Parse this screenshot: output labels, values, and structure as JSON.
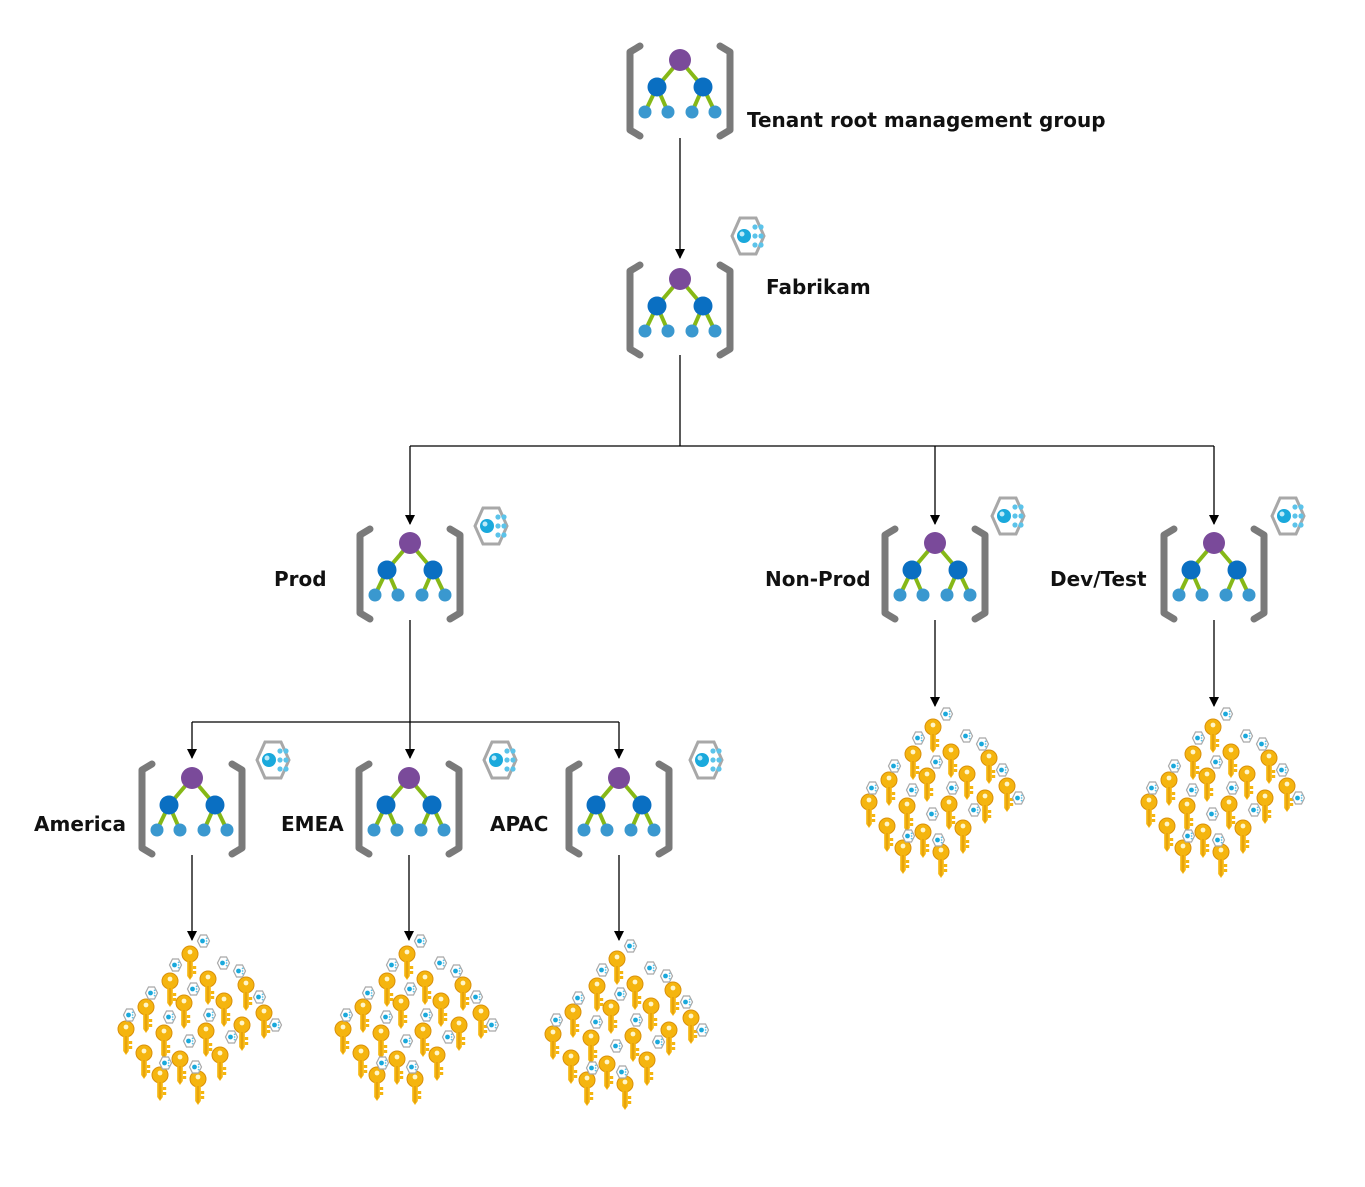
{
  "diagram": {
    "nodes": {
      "root": {
        "label": "Tenant root management group"
      },
      "fabrikam": {
        "label": "Fabrikam"
      },
      "prod": {
        "label": "Prod"
      },
      "nonprod": {
        "label": "Non-Prod"
      },
      "devtest": {
        "label": "Dev/Test"
      },
      "america": {
        "label": "America"
      },
      "emea": {
        "label": "EMEA"
      },
      "apac": {
        "label": "APAC"
      }
    },
    "edges": [
      {
        "from": "root",
        "to": "fabrikam"
      },
      {
        "from": "fabrikam",
        "to": "prod"
      },
      {
        "from": "fabrikam",
        "to": "nonprod"
      },
      {
        "from": "fabrikam",
        "to": "devtest"
      },
      {
        "from": "prod",
        "to": "america"
      },
      {
        "from": "prod",
        "to": "emea"
      },
      {
        "from": "prod",
        "to": "apac"
      },
      {
        "from": "nonprod",
        "to": "keyvault-cluster"
      },
      {
        "from": "devtest",
        "to": "keyvault-cluster"
      },
      {
        "from": "america",
        "to": "keyvault-cluster"
      },
      {
        "from": "emea",
        "to": "keyvault-cluster"
      },
      {
        "from": "apac",
        "to": "keyvault-cluster"
      }
    ],
    "icons": {
      "management_group": "management-group-icon",
      "policy": "policy-hexagon-icon",
      "key": "key-icon"
    },
    "colors": {
      "bracket": "#7a7a7a",
      "top_node": "#7a4a9a",
      "mid_node": "#0a6fc2",
      "leaf_node": "#3a98cf",
      "link": "#86b817",
      "key": "#f5b50f",
      "key_dark": "#d9900a",
      "hex_stroke": "#a8a8a8",
      "hex_fill": "#5bc3ea",
      "connector": "#000000"
    }
  }
}
